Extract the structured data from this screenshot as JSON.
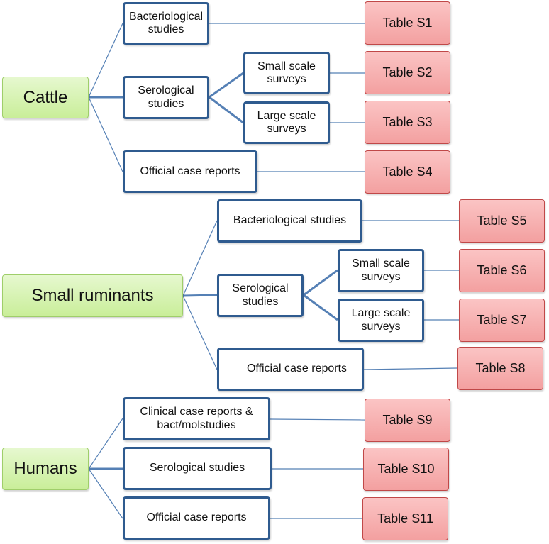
{
  "groups": [
    {
      "root": "Cattle",
      "children": [
        {
          "label": "Bacteriological\nstudies",
          "table": "Table S1"
        },
        {
          "label": "Serological\nstudies",
          "subs": [
            {
              "label": "Small scale\nsurveys",
              "table": "Table S2"
            },
            {
              "label": "Large scale\nsurveys",
              "table": "Table S3"
            }
          ]
        },
        {
          "label": "Official case reports",
          "table": "Table S4"
        }
      ]
    },
    {
      "root": "Small ruminants",
      "children": [
        {
          "label": "Bacteriological studies",
          "table": "Table S5"
        },
        {
          "label": "Serological\nstudies",
          "subs": [
            {
              "label": "Small scale\nsurveys",
              "table": "Table S6"
            },
            {
              "label": "Large scale\nsurveys",
              "table": "Table S7"
            }
          ]
        },
        {
          "label": "Official case reports",
          "table": "Table S8"
        }
      ]
    },
    {
      "root": "Humans",
      "children": [
        {
          "label": "Clinical case reports &\nbact/molstudies",
          "table": "Table S9"
        },
        {
          "label": "Serological studies",
          "table": "Table S10"
        },
        {
          "label": "Official case reports",
          "table": "Table S11"
        }
      ]
    }
  ],
  "colors": {
    "root_fill": "#c9ee99",
    "category_border": "#2f5b8f",
    "table_fill": "#f3a0a0",
    "connector": "#5580b5"
  }
}
